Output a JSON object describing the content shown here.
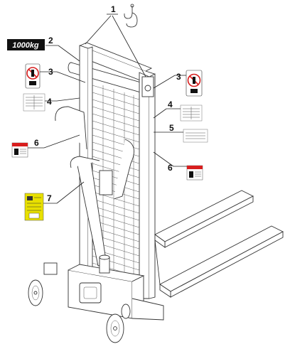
{
  "capacity_badge": "1000kg",
  "callouts": [
    {
      "id": "c1",
      "number": "1"
    },
    {
      "id": "c2",
      "number": "2"
    },
    {
      "id": "c3a",
      "number": "3"
    },
    {
      "id": "c3b",
      "number": "3"
    },
    {
      "id": "c4a",
      "number": "4"
    },
    {
      "id": "c4b",
      "number": "4"
    },
    {
      "id": "c5",
      "number": "5"
    },
    {
      "id": "c6a",
      "number": "6"
    },
    {
      "id": "c6b",
      "number": "6"
    },
    {
      "id": "c7",
      "number": "7"
    }
  ],
  "colors": {
    "badge_bg": "#111111",
    "warning_red": "#d81e1e",
    "yellow_label": "#e8e000",
    "line": "#222222"
  },
  "icons": [
    "hook-icon",
    "no-standing-under-load-icon",
    "warning-label-icon",
    "instruction-label-icon"
  ]
}
